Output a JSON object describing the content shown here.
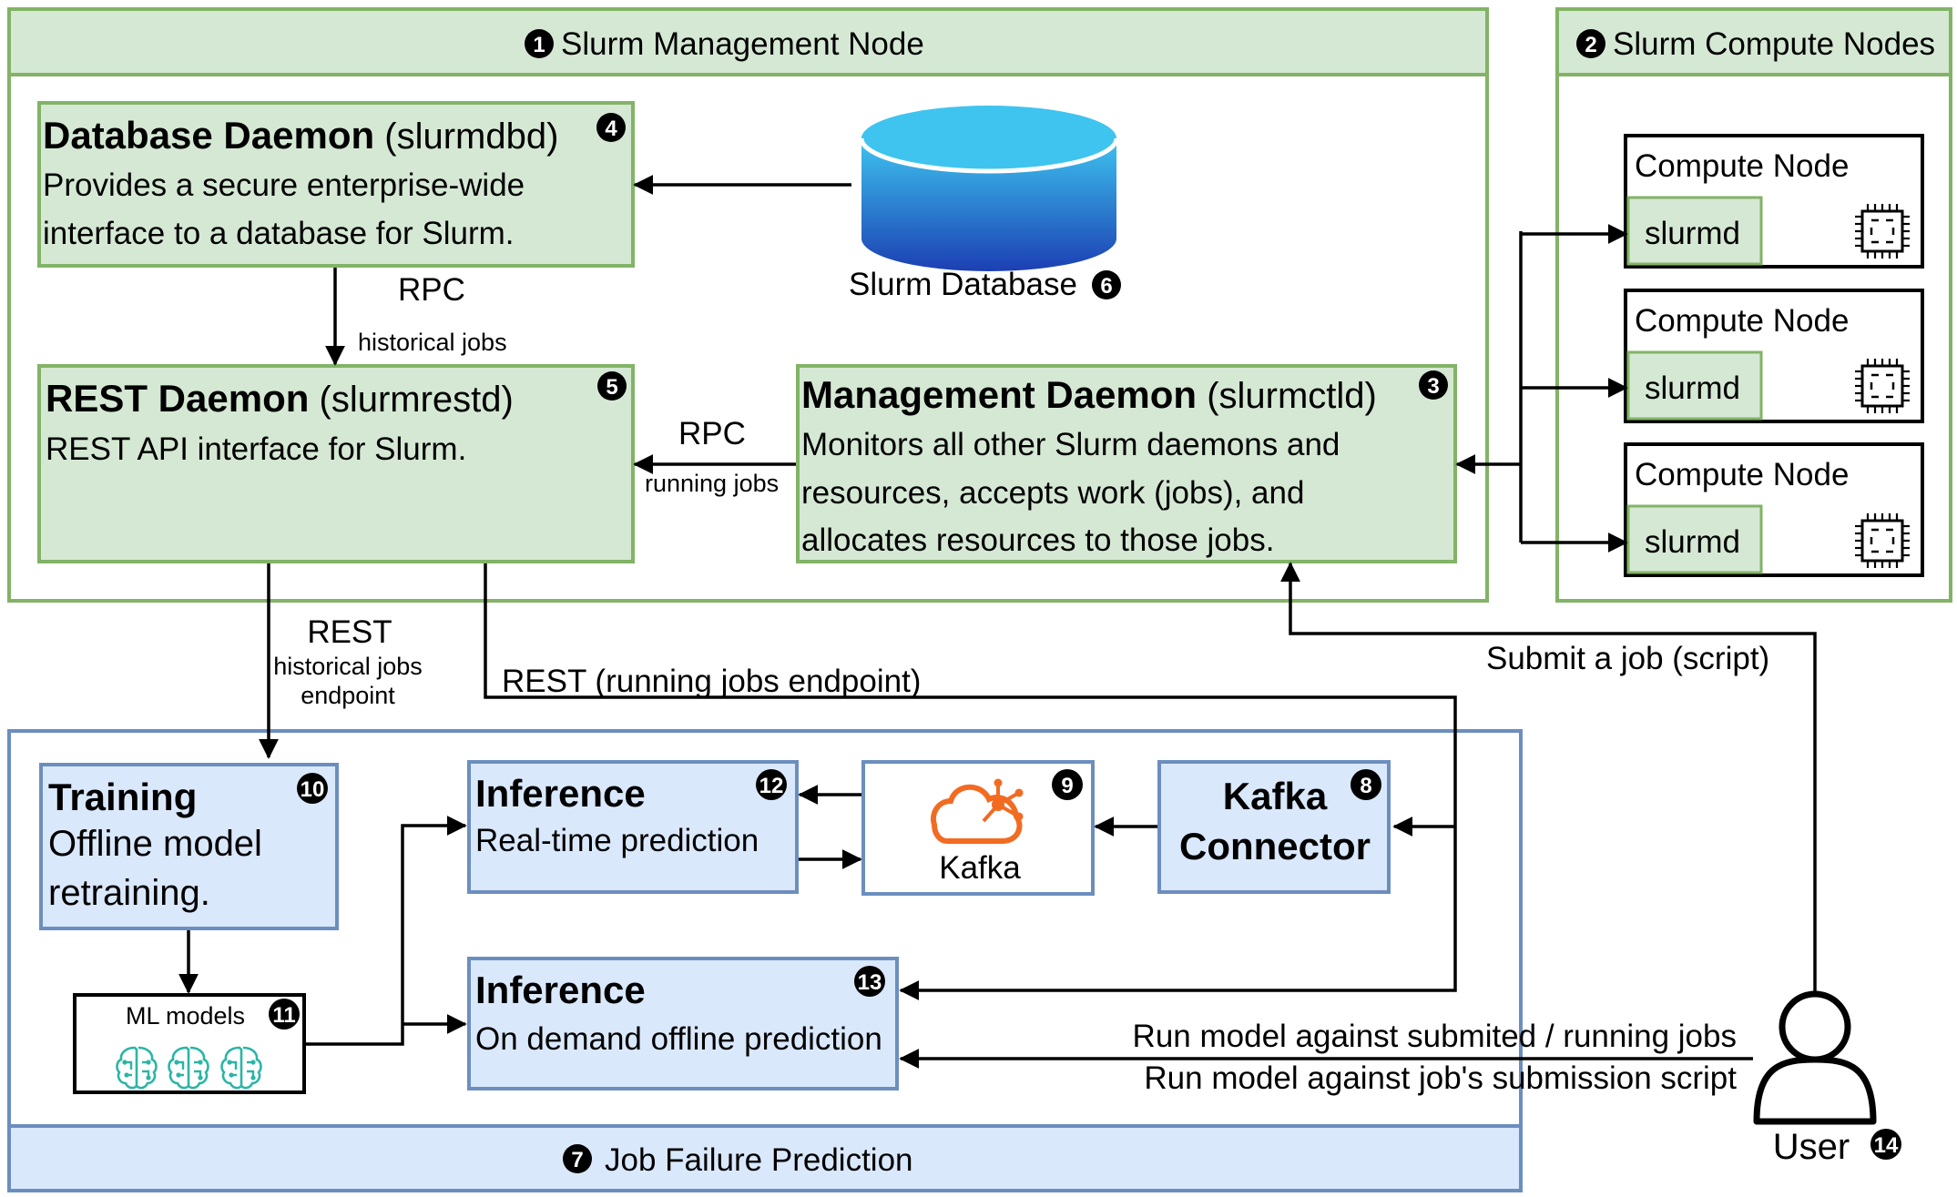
{
  "management_node": {
    "badge": "1",
    "title": "Slurm Management Node"
  },
  "compute_nodes": {
    "badge": "2",
    "title": "Slurm Compute Nodes",
    "nodes": [
      {
        "label": "Compute Node",
        "daemon": "slurmd"
      },
      {
        "label": "Compute Node",
        "daemon": "slurmd"
      },
      {
        "label": "Compute Node",
        "daemon": "slurmd"
      }
    ]
  },
  "database_daemon": {
    "badge": "4",
    "title_bold": "Database Daemon",
    "title_rest": " (slurmdbd)",
    "line1": "Provides a secure enterprise-wide",
    "line2": "interface to a database for Slurm."
  },
  "slurm_database": {
    "badge": "6",
    "label": "Slurm Database"
  },
  "rest_daemon": {
    "badge": "5",
    "title_bold": "REST Daemon",
    "title_rest": " (slurmrestd)",
    "line1": "REST API interface for Slurm."
  },
  "management_daemon": {
    "badge": "3",
    "title_bold": "Management Daemon",
    "title_rest": " (slurmctld)",
    "line1": "Monitors all other Slurm daemons and",
    "line2": "resources, accepts work (jobs), and",
    "line3": "allocates resources to those jobs."
  },
  "edges": {
    "rpc_historical": {
      "title": "RPC",
      "sub": "historical jobs"
    },
    "rpc_running": {
      "title": "RPC",
      "sub": "running jobs"
    },
    "rest_historical": {
      "title": "REST",
      "sub1": "historical jobs",
      "sub2": "endpoint"
    },
    "rest_running": "REST (running jobs endpoint)",
    "submit_job": "Submit a job (script)",
    "run_model_1": "Run model against submited / running jobs",
    "run_model_2": "Run model against job's submission script"
  },
  "job_failure": {
    "badge": "7",
    "title": "Job Failure Prediction"
  },
  "training": {
    "badge": "10",
    "title": "Training",
    "line1": "Offline model",
    "line2": "retraining."
  },
  "ml_models": {
    "badge": "11",
    "label": "ML models"
  },
  "inference_realtime": {
    "badge": "12",
    "title": "Inference",
    "sub": "Real-time prediction"
  },
  "kafka": {
    "badge": "9",
    "label": "Kafka",
    "logo_color": "#f26b21"
  },
  "kafka_connector": {
    "badge": "8",
    "line1": "Kafka",
    "line2": "Connector"
  },
  "inference_ondemand": {
    "badge": "13",
    "title": "Inference",
    "sub": "On demand offline prediction"
  },
  "user": {
    "badge": "14",
    "label": "User"
  },
  "colors": {
    "green_fill": "#d5e8d4",
    "green_stroke": "#82b366",
    "blue_fill": "#dae8fc",
    "blue_stroke": "#6c8ebf",
    "db_top": "#3ec4ef",
    "db_bottom": "#1c3fb3",
    "brain_icon": "#2bb5a5"
  },
  "icons": [
    "cpu-chip-icon",
    "database-icon",
    "kafka-cloud-icon",
    "brain-icon",
    "user-icon",
    "numbered-badge"
  ]
}
